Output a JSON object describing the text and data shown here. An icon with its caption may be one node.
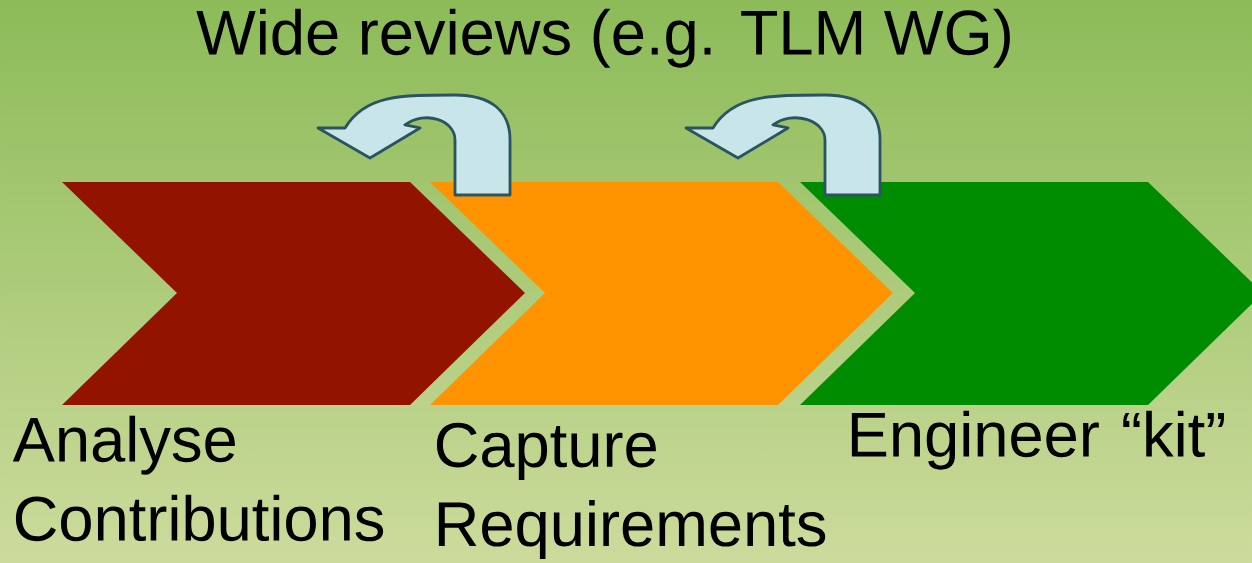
{
  "diagram": {
    "title": "Wide reviews (e.g. TLM WG)",
    "nodes": [
      {
        "text": [
          "Analyse Contributions"
        ]
      },
      {
        "text": [
          "Capture Requirements"
        ]
      },
      {
        "text": [
          "Engineer “kit”"
        ]
      }
    ],
    "edges": [
      {
        "from": 1,
        "to": 0,
        "arrow": "to"
      },
      {
        "from": 2,
        "to": 1,
        "arrow": "to"
      }
    ]
  }
}
